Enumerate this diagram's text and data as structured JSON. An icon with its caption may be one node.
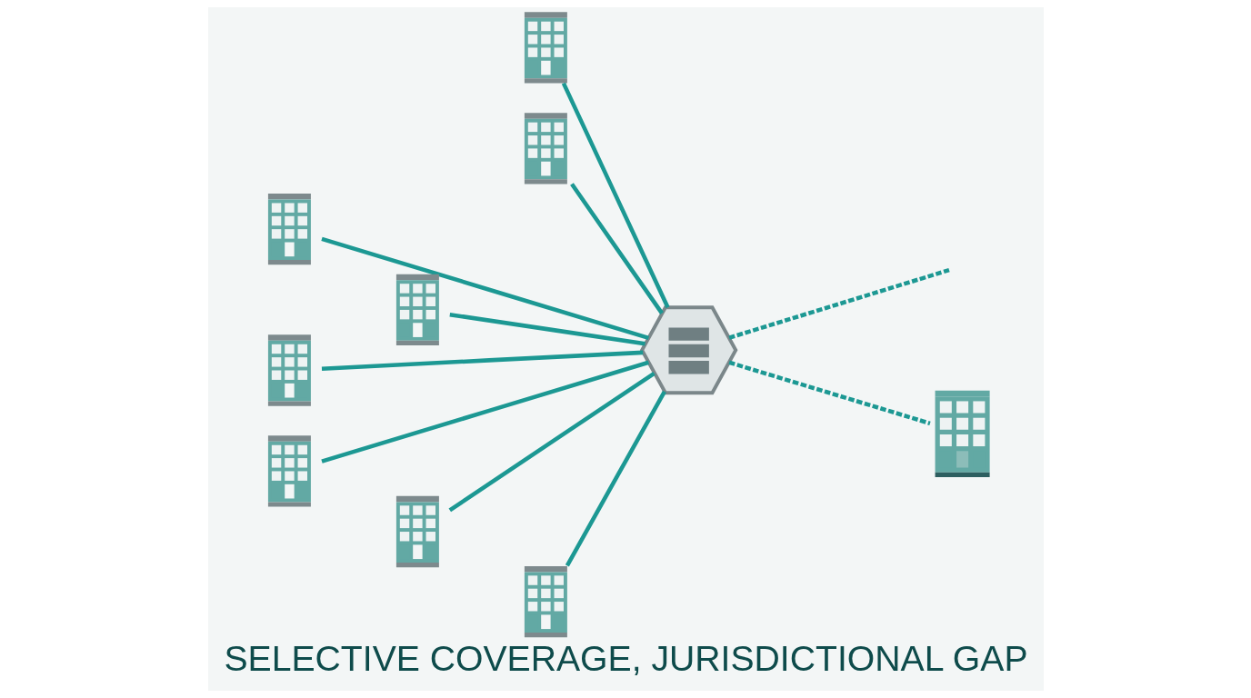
{
  "diagram": {
    "title": "SELECTIVE COVERAGE, JURISDICTIONAL GAP",
    "nodes": [
      {
        "text": [],
        "shape": "building"
      },
      {
        "text": [],
        "shape": "building"
      },
      {
        "text": [],
        "shape": "building"
      },
      {
        "text": [],
        "shape": "building"
      },
      {
        "text": [],
        "shape": "building"
      },
      {
        "text": [],
        "shape": "hexagon"
      },
      {
        "text": [],
        "shape": "building"
      },
      {
        "text": [],
        "shape": "building"
      },
      {
        "text": [],
        "shape": "building"
      },
      {
        "text": [],
        "shape": "building"
      }
    ],
    "edges": [
      {
        "from": 0,
        "to": 5,
        "arrow": "none"
      },
      {
        "from": 1,
        "to": 5,
        "arrow": "none"
      },
      {
        "from": 2,
        "to": 5,
        "arrow": "none"
      },
      {
        "from": 3,
        "to": 5,
        "arrow": "none"
      },
      {
        "from": 4,
        "to": 5,
        "arrow": "none"
      },
      {
        "from": 7,
        "to": 5,
        "arrow": "none"
      },
      {
        "from": 8,
        "to": 5,
        "arrow": "none"
      },
      {
        "from": 9,
        "to": 5,
        "arrow": "none"
      },
      {
        "from": 5,
        "to": null,
        "arrow": "none",
        "style": "dashed"
      },
      {
        "from": 5,
        "to": 6,
        "arrow": "none",
        "style": "dashed"
      }
    ]
  }
}
